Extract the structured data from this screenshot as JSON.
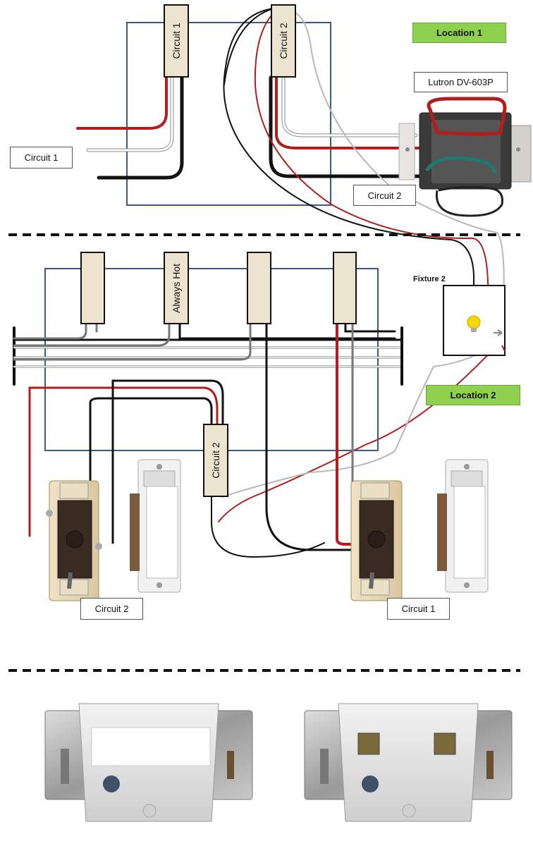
{
  "labels": {
    "location1": "Location 1",
    "location2": "Location 2",
    "lutron": "Lutron DV-603P",
    "fixture2": "Fixture 2",
    "box1_circuit1": "Circuit 1",
    "box1_circuit2": "Circuit 2",
    "top_circuit1_wn": "Circuit 1",
    "top_circuit2_wn": "Circuit 2",
    "always_hot": "Always Hot",
    "mid_circuit2_wn": "Circuit 2",
    "switch_left_label": "Circuit 2",
    "switch_right_label": "Circuit 1"
  },
  "colors": {
    "box_outline": "#3b5a80",
    "hot": "#b01e1e",
    "neutral_fill": "#ffffff",
    "ground": "#111111",
    "traveler": "#c0c0c0",
    "wire_nut": "#ece4cf",
    "location_green": "#8fd14f",
    "bulb": "#f5d800"
  }
}
